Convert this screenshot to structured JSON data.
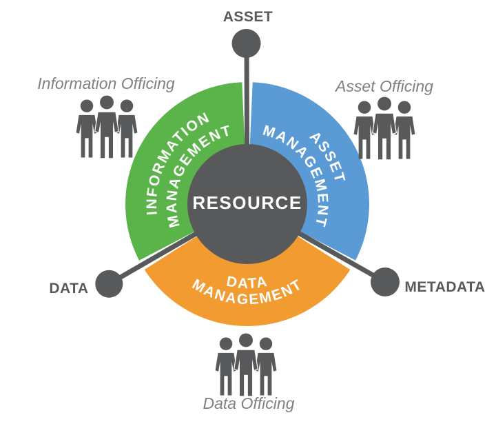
{
  "center": {
    "label": "RESOURCE"
  },
  "segments": [
    {
      "id": "information-management",
      "line1": "INFORMATION",
      "line2": "MANAGEMENT",
      "color": "#5BB449"
    },
    {
      "id": "asset-management",
      "line1": "ASSET",
      "line2": "MANAGEMENT",
      "color": "#5B9BD5"
    },
    {
      "id": "data-management",
      "line1": "DATA",
      "line2": "MANAGEMENT",
      "color": "#F29B30"
    }
  ],
  "nodes": [
    {
      "id": "asset",
      "label": "ASSET"
    },
    {
      "id": "data",
      "label": "DATA"
    },
    {
      "id": "metadata",
      "label": "METADATA"
    }
  ],
  "teams": [
    {
      "id": "information-officing",
      "label": "Information Officing",
      "icon": "three-people-icon"
    },
    {
      "id": "asset-officing",
      "label": "Asset Officing",
      "icon": "three-people-icon"
    },
    {
      "id": "data-officing",
      "label": "Data Officing",
      "icon": "three-people-icon"
    }
  ],
  "colors": {
    "hub_and_nodes": "#58595B",
    "figure": "#58595B",
    "label_gray": "#58595B",
    "officing_gray": "#808080",
    "text_on_segments": "#ffffff",
    "background": "#ffffff"
  }
}
